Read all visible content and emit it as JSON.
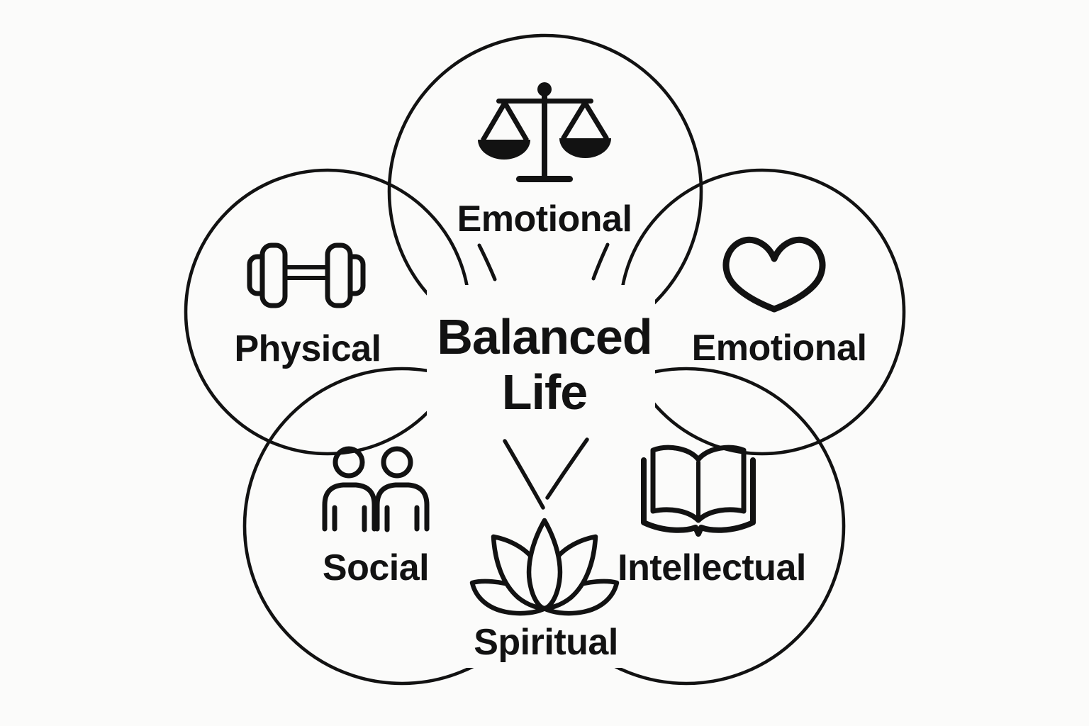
{
  "diagram": {
    "title": {
      "line1": "Balanced",
      "line2": "Life"
    },
    "sections": [
      {
        "position": "top",
        "label": "Emotional",
        "icon": "scales-icon"
      },
      {
        "position": "left",
        "label": "Physical",
        "icon": "dumbbell-icon"
      },
      {
        "position": "right",
        "label": "Emotional",
        "icon": "heart-icon"
      },
      {
        "position": "bottom-left",
        "label": "Social",
        "icon": "people-icon"
      },
      {
        "position": "bottom-right",
        "label": "Intellectual",
        "icon": "book-icon"
      },
      {
        "position": "bottom-center",
        "label": "Spiritual",
        "icon": "lotus-icon"
      }
    ],
    "colors": {
      "stroke": "#121212",
      "background": "#fbfbfa",
      "text": "#121212"
    }
  }
}
